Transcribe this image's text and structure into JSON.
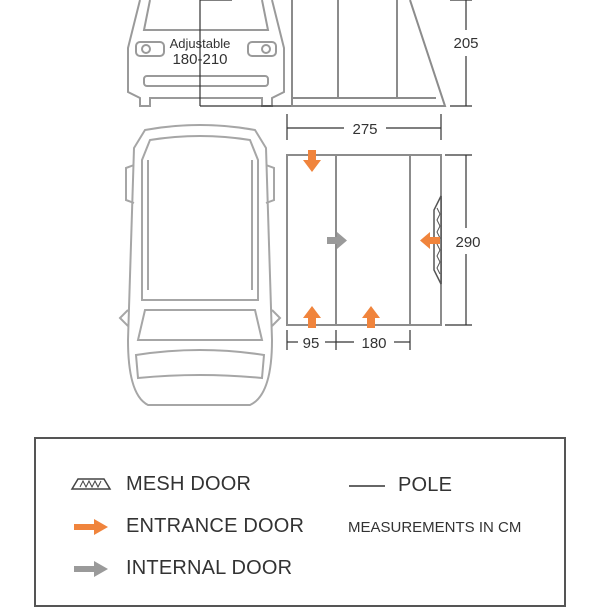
{
  "side_view": {
    "adjustable_label": "Adjustable",
    "adjustable_value": "180-210",
    "height_label": "205"
  },
  "top_view": {
    "width_label": "275",
    "depth_label": "290",
    "bottom_left_label": "95",
    "bottom_right_label": "180"
  },
  "legend": {
    "mesh_door": "MESH DOOR",
    "entrance_door": "ENTRANCE DOOR",
    "internal_door": "INTERNAL DOOR",
    "pole": "POLE",
    "units_note": "MEASUREMENTS IN CM"
  },
  "colors": {
    "line": "#8c8c8c",
    "dark_line": "#333333",
    "entrance_arrow": "#f0843c",
    "internal_arrow": "#9a9a9a"
  }
}
